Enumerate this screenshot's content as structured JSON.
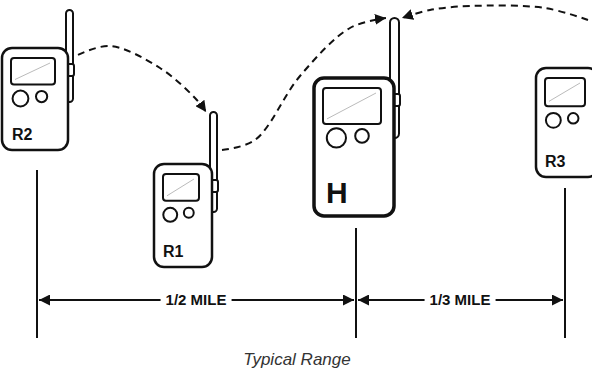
{
  "diagram": {
    "caption": "Typical Range",
    "nodes": [
      {
        "text": [
          "R2"
        ]
      },
      {
        "text": [
          "R1"
        ]
      },
      {
        "text": [
          "H"
        ]
      },
      {
        "text": [
          "R3"
        ]
      }
    ],
    "edges": [
      {
        "from": 0,
        "to": 1,
        "arrow": "to"
      },
      {
        "from": 1,
        "to": 2,
        "arrow": "to"
      },
      {
        "from": 3,
        "to": 2,
        "arrow": "to"
      }
    ],
    "labels": [
      "1/2 MILE",
      "1/3 MILE"
    ]
  }
}
